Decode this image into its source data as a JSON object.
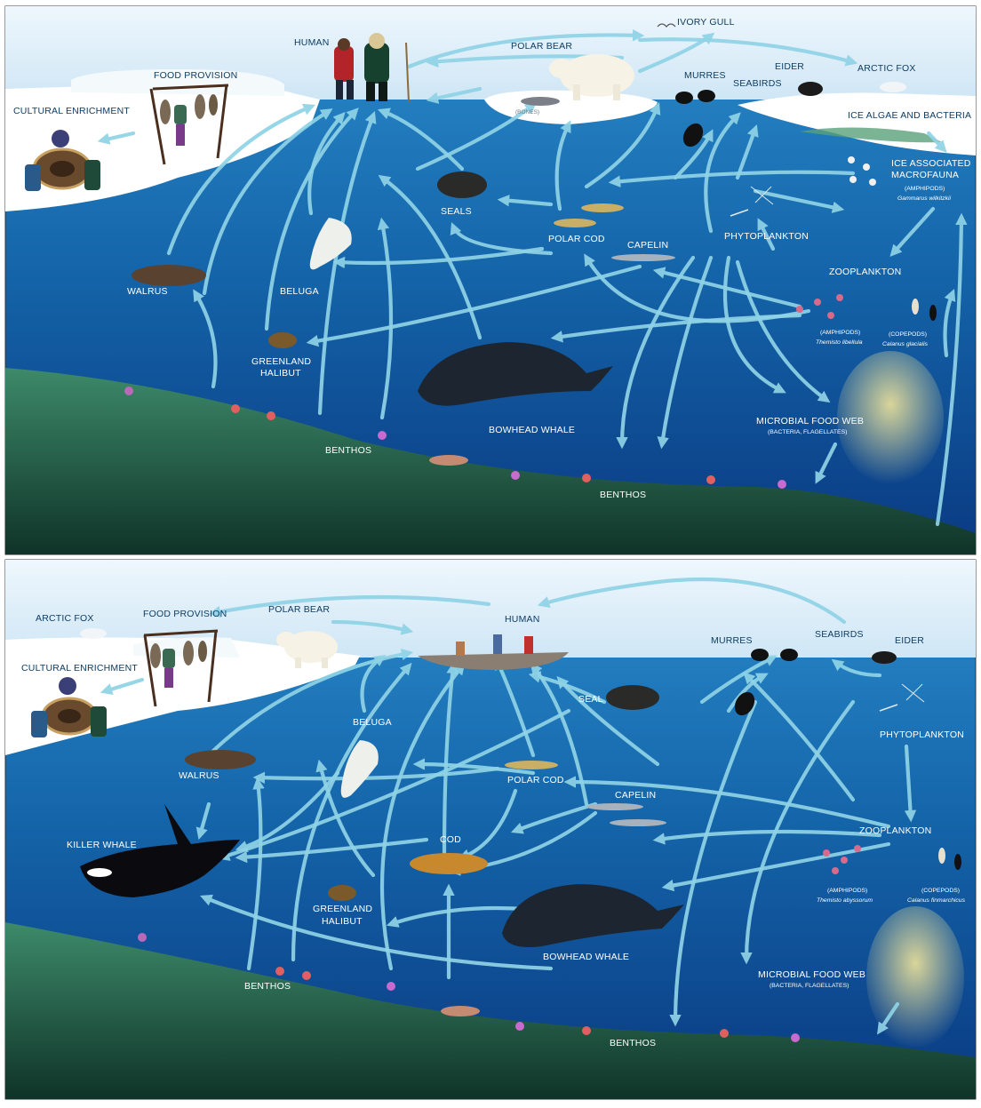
{
  "top_panel": {
    "labels": {
      "human": "HUMAN",
      "food_provision": "FOOD PROVISION",
      "cultural_enrichment": "CULTURAL ENRICHMENT",
      "polar_bear": "POLAR BEAR",
      "bones": "(BONES)",
      "ivory_gull": "IVORY GULL",
      "murres": "MURRES",
      "eider": "EIDER",
      "seabirds": "SEABIRDS",
      "arctic_fox": "ARCTIC FOX",
      "ice_algae": "ICE ALGAE AND BACTERIA",
      "ice_macrofauna_1": "ICE ASSOCIATED",
      "ice_macrofauna_2": "MACROFAUNA",
      "amphipods_ice": "(AMPHIPODS)",
      "amphipods_ice_species": "Gammarus wilkitzkii",
      "seals": "SEALS",
      "polar_cod": "POLAR COD",
      "capelin": "CAPELIN",
      "phytoplankton": "PHYTOPLANKTON",
      "zooplankton": "ZOOPLANKTON",
      "walrus": "WALRUS",
      "beluga": "BELUGA",
      "amphipods": "(AMPHIPODS)",
      "amphipods_species": "Themisto libellula",
      "copepods": "(COPEPODS)",
      "copepods_species": "Calanus glacialis",
      "greenland_halibut_1": "GREENLAND",
      "greenland_halibut_2": "HALIBUT",
      "bowhead_whale": "BOWHEAD WHALE",
      "microbial": "MICROBIAL FOOD WEB",
      "microbial_sub": "(BACTERIA, FLAGELLATES)",
      "benthos_left": "BENTHOS",
      "benthos_right": "BENTHOS"
    }
  },
  "bottom_panel": {
    "labels": {
      "arctic_fox": "ARCTIC FOX",
      "food_provision": "FOOD PROVISION",
      "polar_bear": "POLAR BEAR",
      "human": "HUMAN",
      "cultural_enrichment": "CULTURAL ENRICHMENT",
      "murres": "MURRES",
      "seabirds": "SEABIRDS",
      "eider": "EIDER",
      "seal": "SEAL",
      "beluga": "BELUGA",
      "phytoplankton": "PHYTOPLANKTON",
      "walrus": "WALRUS",
      "polar_cod": "POLAR COD",
      "capelin": "CAPELIN",
      "killer_whale": "KILLER WHALE",
      "cod": "COD",
      "zooplankton": "ZOOPLANKTON",
      "amphipods": "(AMPHIPODS)",
      "amphipods_species": "Themisto abyssorum",
      "copepods": "(COPEPODS)",
      "copepods_species": "Calanus finmarchicus",
      "greenland_halibut_1": "GREENLAND",
      "greenland_halibut_2": "HALIBUT",
      "bowhead_whale": "BOWHEAD WHALE",
      "microbial": "MICROBIAL FOOD WEB",
      "microbial_sub": "(BACTERIA, FLAGELLATES)",
      "benthos_left": "BENTHOS",
      "benthos_right": "BENTHOS"
    }
  },
  "colors": {
    "sky": "#dff0fa",
    "ice": "#ffffff",
    "water_top": "#1f7cc0",
    "water_deep": "#0b3f86",
    "seafloor": "#1e5a48",
    "arrow": "#8fd3e6",
    "label_dark": "#0e3d63"
  }
}
